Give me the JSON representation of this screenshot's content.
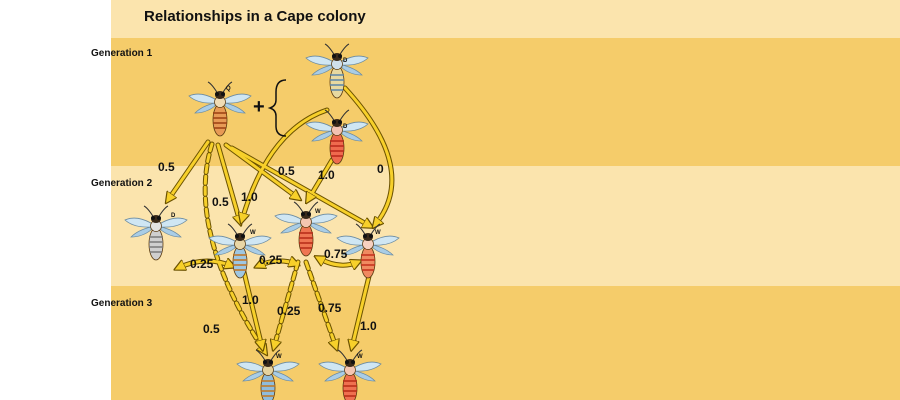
{
  "title": "Relationships in a Cape colony",
  "generations": [
    {
      "label": "Generation 1"
    },
    {
      "label": "Generation 2"
    },
    {
      "label": "Generation 3"
    }
  ],
  "castes": {
    "queen": "Q",
    "drone": "D",
    "worker": "W"
  },
  "coefficients": {
    "c05a": "0.5",
    "c05b": "0.5",
    "c10a": "1.0",
    "c05c": "0.5",
    "c10b": "1.0",
    "c0": "0",
    "c025a": "0.25",
    "c025b": "0.25",
    "c075a": "0.75",
    "c10c": "1.0",
    "c025c": "0.25",
    "c075b": "0.75",
    "c05d": "0.5",
    "c10d": "1.0"
  },
  "colors": {
    "arrow_fill": "#f7d02a",
    "arrow_stroke": "#6b5200",
    "band_light": "#fbe4ad",
    "band_dark": "#f5cc6a"
  }
}
